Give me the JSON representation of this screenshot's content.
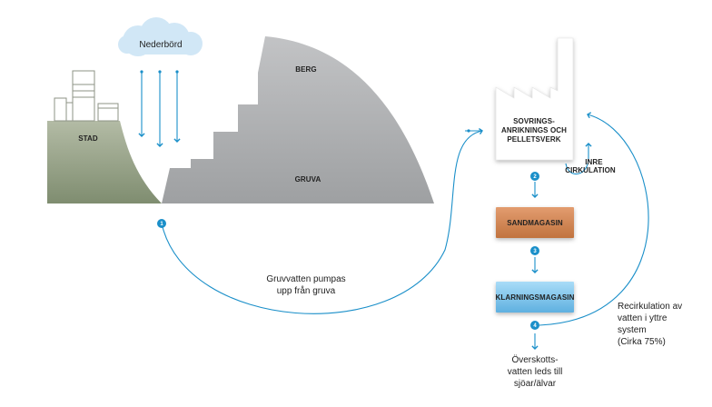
{
  "labels": {
    "cloud": "Nederbörd",
    "city": "STAD",
    "mountain": "BERG",
    "mine": "GRUVA",
    "plant_line1": "SOVRINGS-",
    "plant_line2": "ANRIKNINGS OCH",
    "plant_line3": "PELLETSVERK",
    "inner_line1": "INRE",
    "inner_line2": "CIRKULATION",
    "sand": "SANDMAGASIN",
    "clarify": "KLARNINGSMAGASIN",
    "pump_line1": "Gruvvatten pumpas",
    "pump_line2": "upp från gruva",
    "recirc_line1": "Recirkulation av",
    "recirc_line2": "vatten i yttre",
    "recirc_line3": "system",
    "recirc_line4": "(Cirka 75%)",
    "overflow_line1": "Överskotts-",
    "overflow_line2": "vatten leds till",
    "overflow_line3": "sjöar/älvar"
  },
  "markers": [
    "1",
    "2",
    "3",
    "4"
  ],
  "colors": {
    "accent": "#1a8fc9",
    "ground": "#9aa58c",
    "mountain": "#a7a9ab",
    "sand": "#cf8559",
    "clarify": "#7fc3ec",
    "cloud": "#cfe6f6"
  }
}
